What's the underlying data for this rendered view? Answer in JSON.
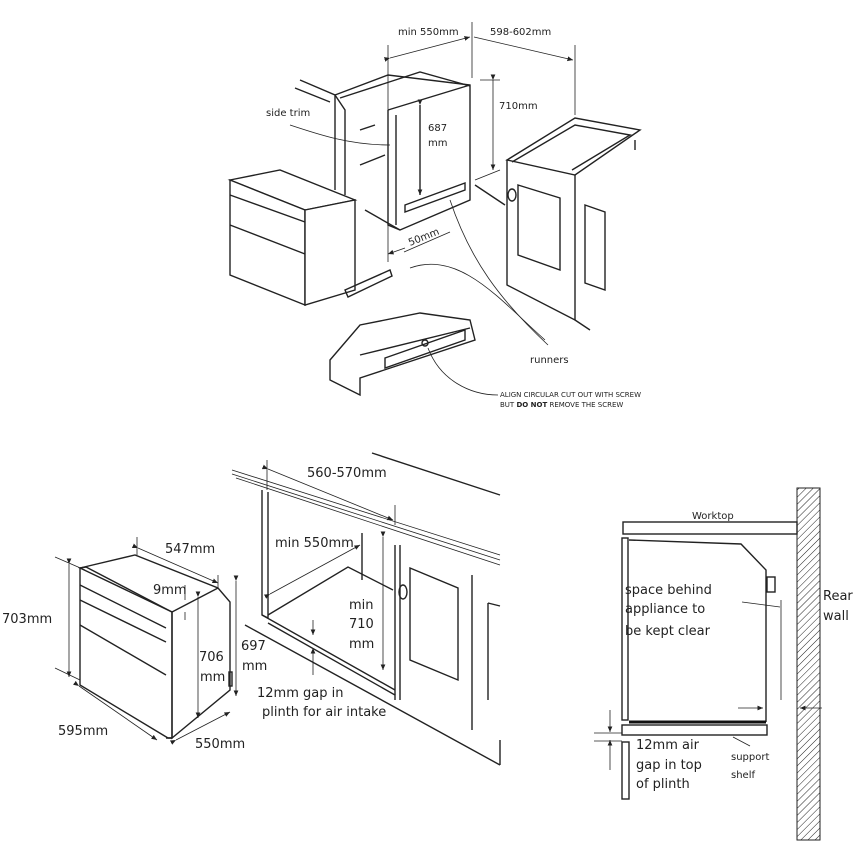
{
  "top_diagram": {
    "min_depth": "min 550mm",
    "width_range": "598-602mm",
    "height": "710mm",
    "side_trim": "side trim",
    "inner_height_value": "687",
    "inner_height_unit": "mm",
    "runner_offset": "50mm",
    "runners": "runners",
    "note_line1": "ALIGN CIRCULAR CUT OUT WITH SCREW",
    "note_line2_pre": "BUT ",
    "note_line2_bold": "DO NOT",
    "note_line2_post": " REMOVE THE SCREW"
  },
  "appliance_dims": {
    "depth_top": "547mm",
    "trim": "9mm",
    "front_height": "703mm",
    "body_height_value": "706",
    "body_height_unit": "mm",
    "rear_height_value": "697",
    "rear_height_unit": "mm",
    "width": "595mm",
    "depth": "550mm"
  },
  "cavity_dims": {
    "width_range": "560-570mm",
    "min_depth": "min 550mm",
    "min_height_1": "min",
    "min_height_2": "710",
    "min_height_3": "mm",
    "gap_line1": "12mm gap in",
    "gap_line2": "plinth for air intake"
  },
  "side_section": {
    "worktop": "Worktop",
    "space_line1": "space behind",
    "space_line2": "appliance to",
    "space_line3": "be kept clear",
    "rear_line1": "Rear",
    "rear_line2": "wall",
    "air_line1": "12mm air",
    "air_line2": "gap in top",
    "air_line3": "of plinth",
    "shelf_line1": "support",
    "shelf_line2": "shelf"
  }
}
